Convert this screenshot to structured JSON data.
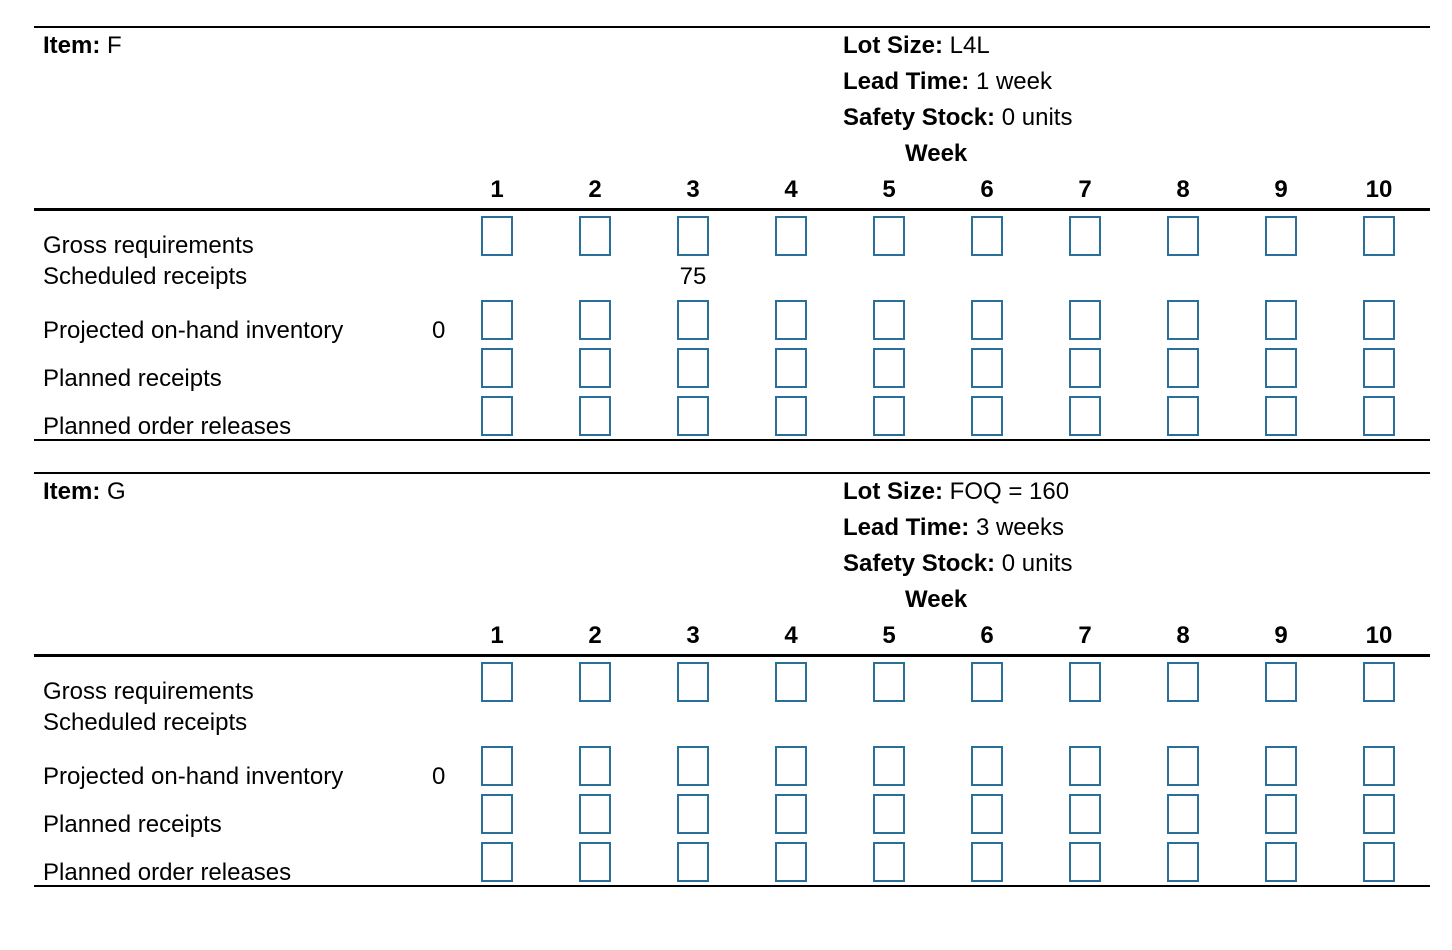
{
  "blocks": [
    {
      "id": "F",
      "item_label": "Item:",
      "item_value": "F",
      "lot_size_label": "Lot Size:",
      "lot_size_value": "L4L",
      "lead_time_label": "Lead Time:",
      "lead_time_value": "1 week",
      "safety_stock_label": "Safety Stock:",
      "safety_stock_value": "0 units",
      "week_header": "Week",
      "weeks": [
        "1",
        "2",
        "3",
        "4",
        "5",
        "6",
        "7",
        "8",
        "9",
        "10"
      ],
      "rows": [
        {
          "key": "gross",
          "label": "Gross requirements",
          "initial": "",
          "cells": [
            "input",
            "input",
            "input",
            "input",
            "input",
            "input",
            "input",
            "input",
            "input",
            "input"
          ]
        },
        {
          "key": "scheduled",
          "label": "Scheduled receipts",
          "initial": "",
          "cells": [
            "",
            "",
            "75",
            "",
            "",
            "",
            "",
            "",
            "",
            ""
          ]
        },
        {
          "key": "projected",
          "label": "Projected on-hand inventory",
          "initial": "0",
          "cells": [
            "input",
            "input",
            "input",
            "input",
            "input",
            "input",
            "input",
            "input",
            "input",
            "input"
          ]
        },
        {
          "key": "planned_receipts",
          "label": "Planned receipts",
          "initial": "",
          "cells": [
            "input",
            "input",
            "input",
            "input",
            "input",
            "input",
            "input",
            "input",
            "input",
            "input"
          ]
        },
        {
          "key": "planned_releases",
          "label": "Planned order releases",
          "initial": "",
          "cells": [
            "input",
            "input",
            "input",
            "input",
            "input",
            "input",
            "input",
            "input",
            "input",
            "input"
          ]
        }
      ]
    },
    {
      "id": "G",
      "item_label": "Item:",
      "item_value": "G",
      "lot_size_label": "Lot Size:",
      "lot_size_value": "FOQ = 160",
      "lead_time_label": "Lead Time:",
      "lead_time_value": "3 weeks",
      "safety_stock_label": "Safety Stock:",
      "safety_stock_value": "0 units",
      "week_header": "Week",
      "weeks": [
        "1",
        "2",
        "3",
        "4",
        "5",
        "6",
        "7",
        "8",
        "9",
        "10"
      ],
      "rows": [
        {
          "key": "gross",
          "label": "Gross requirements",
          "initial": "",
          "cells": [
            "input",
            "input",
            "input",
            "input",
            "input",
            "input",
            "input",
            "input",
            "input",
            "input"
          ]
        },
        {
          "key": "scheduled",
          "label": "Scheduled receipts",
          "initial": "",
          "cells": [
            "",
            "",
            "",
            "",
            "",
            "",
            "",
            "",
            "",
            ""
          ]
        },
        {
          "key": "projected",
          "label": "Projected on-hand inventory",
          "initial": "0",
          "cells": [
            "input",
            "input",
            "input",
            "input",
            "input",
            "input",
            "input",
            "input",
            "input",
            "input"
          ]
        },
        {
          "key": "planned_receipts",
          "label": "Planned receipts",
          "initial": "",
          "cells": [
            "input",
            "input",
            "input",
            "input",
            "input",
            "input",
            "input",
            "input",
            "input",
            "input"
          ]
        },
        {
          "key": "planned_releases",
          "label": "Planned order releases",
          "initial": "",
          "cells": [
            "input",
            "input",
            "input",
            "input",
            "input",
            "input",
            "input",
            "input",
            "input",
            "input"
          ]
        }
      ]
    }
  ],
  "colors": {
    "input_border": "#2a6e9a"
  }
}
